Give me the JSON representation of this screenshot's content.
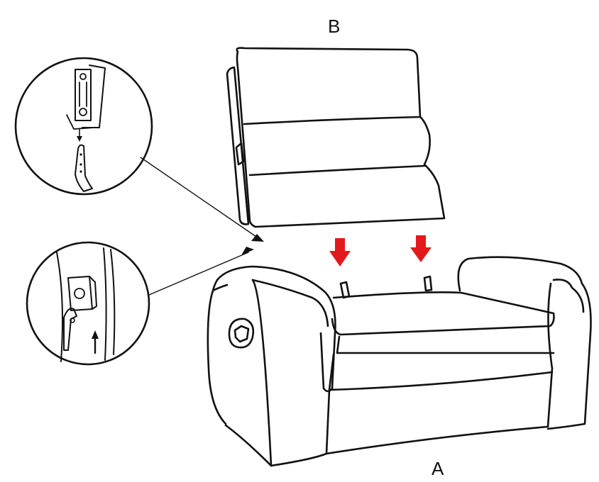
{
  "labels": {
    "backrest": "B",
    "seat": "A"
  },
  "colors": {
    "line": "#111111",
    "arrow_red": "#e3191c",
    "background": "#ffffff"
  },
  "icons": {
    "placement_arrows": "red-down-arrow",
    "detail_upper": "magnified-bracket-insert-detail",
    "detail_lower": "magnified-bracket-lock-detail"
  }
}
